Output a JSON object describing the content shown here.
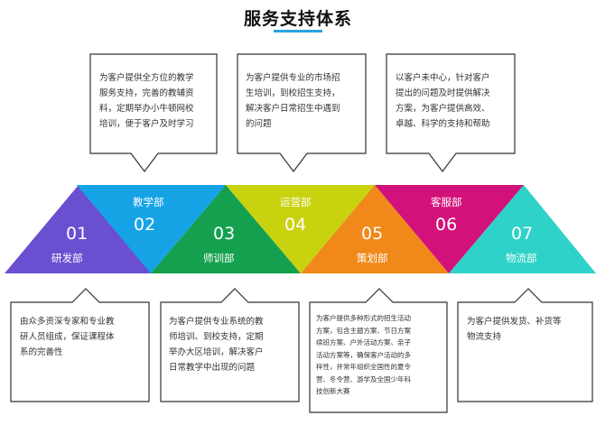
{
  "title": "服务支持体系",
  "colors": {
    "r1": "#6b4fd1",
    "r2": "#15a3e6",
    "r3": "#14a04e",
    "r4": "#c9d20f",
    "r5": "#f0891a",
    "r6": "#d2127a",
    "r7": "#2fd2c8",
    "accent": "#2aa3e0"
  },
  "departments": [
    {
      "num": "01",
      "name": "研发部"
    },
    {
      "num": "02",
      "name": "教学部"
    },
    {
      "num": "03",
      "name": "师训部"
    },
    {
      "num": "04",
      "name": "运营部"
    },
    {
      "num": "05",
      "name": "策划部"
    },
    {
      "num": "06",
      "name": "客服部"
    },
    {
      "num": "07",
      "name": "物流部"
    }
  ],
  "top_boxes": [
    {
      "lines": [
        "为客户提供全方位的教学",
        "服务支持，完善的教辅资",
        "料，定期举办小牛顿网校",
        "培训，便于客户及时学习"
      ]
    },
    {
      "lines": [
        "为客户提供专业的市场招",
        "生培训，到校招生支持，",
        "解决客户日常招生中遇到",
        "的问题"
      ]
    },
    {
      "lines": [
        "以客户未中心，针对客户",
        "提出的问题及时提供解决",
        "方案，为客户提供高效、",
        "卓越、科学的支持和帮助"
      ]
    }
  ],
  "bottom_boxes": [
    {
      "lines": [
        "由众多资深专家和专业教",
        "研人员组成，保证课程体",
        "系的完善性"
      ]
    },
    {
      "lines": [
        "为客户提供专业系统的教",
        "师培训、到校支持，定期",
        "举办大区培训，解决客户",
        "日常教学中出现的问题"
      ]
    },
    {
      "lines": [
        "为客户提供多种形式的招生活动",
        "方案，包含主题方案、节日方案",
        "续班方案、户外活动方案、亲子",
        "活动方案等，确保客户活动的多",
        "样性，并常年组织全国性的夏令",
        "营、冬令营、游学及全国少年科",
        "技创新大赛"
      ]
    },
    {
      "lines": [
        "为客户提供发货、补货等",
        "物流支持"
      ]
    }
  ]
}
